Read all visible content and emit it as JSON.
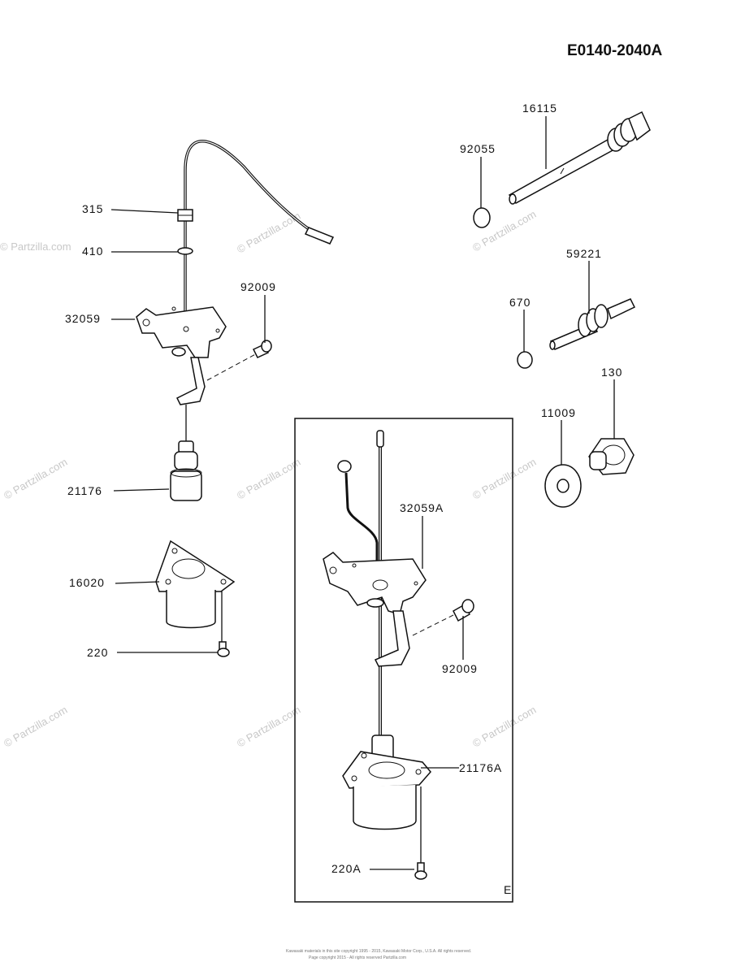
{
  "diagram_code": "E0140-2040A",
  "labels": {
    "p315": "315",
    "p410": "410",
    "p32059": "32059",
    "p92009_left": "92009",
    "p21176": "21176",
    "p16020": "16020",
    "p220": "220",
    "p16115": "16115",
    "p92055": "92055",
    "p59221": "59221",
    "p670": "670",
    "p130": "130",
    "p11009": "11009",
    "p32059A": "32059A",
    "p92009_right": "92009",
    "p21176A": "21176A",
    "p220A": "220A",
    "inset_letter": "E"
  },
  "watermark": "© Partzilla.com",
  "footer": {
    "line1": "Kawasaki materials in this site copyright 1995 - 2015, Kawasaki Motor Corp., U.S.A. All rights reserved.",
    "line2": "Page copyright 2015 - All rights reserved Partzilla.com"
  }
}
